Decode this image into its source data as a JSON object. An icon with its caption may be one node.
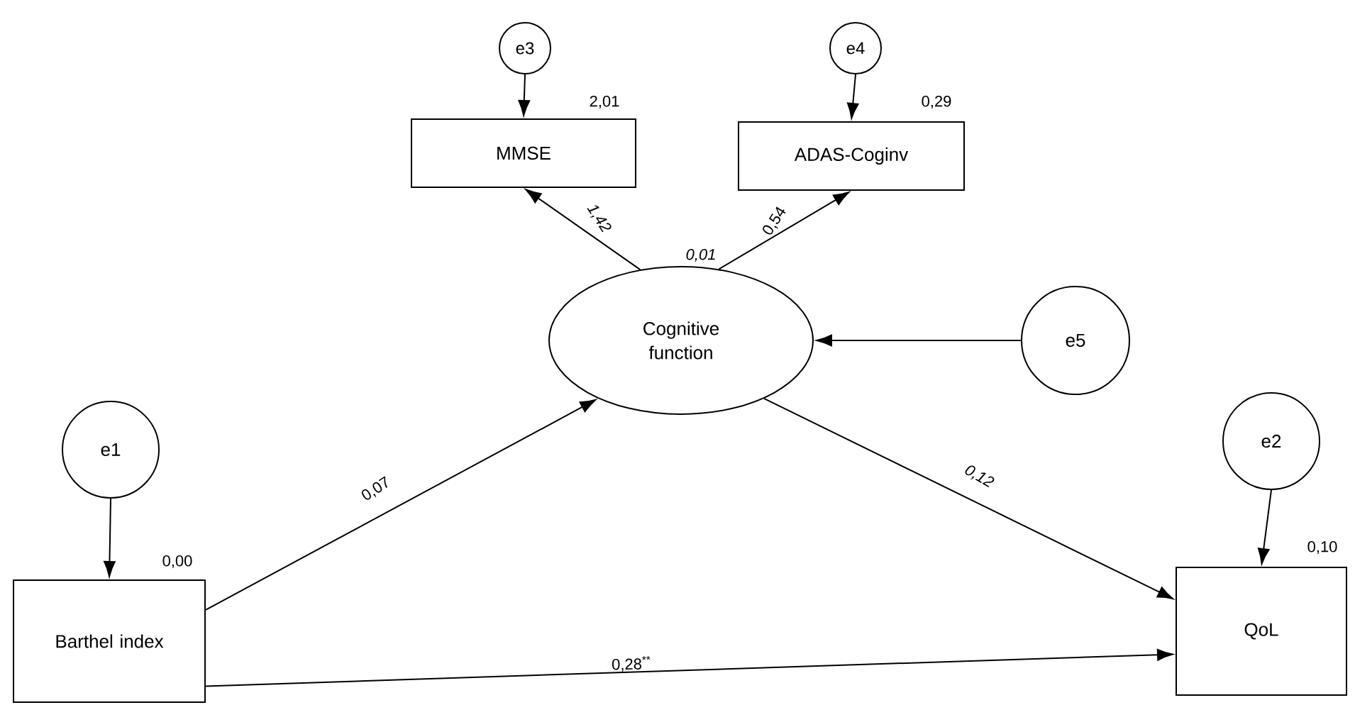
{
  "diagram": {
    "nodes": [
      {
        "text": [
          "e3"
        ]
      },
      {
        "text": [
          "e4"
        ]
      },
      {
        "text": [
          "MMSE"
        ],
        "beside": [
          "2,01"
        ]
      },
      {
        "text": [
          "ADAS-Coginv"
        ],
        "beside": [
          "0,29"
        ]
      },
      {
        "text": [
          "Cognitive function"
        ],
        "beside": [
          "0,01"
        ]
      },
      {
        "text": [
          "e5"
        ]
      },
      {
        "text": [
          "e1"
        ]
      },
      {
        "text": [
          "e2"
        ]
      },
      {
        "text": [
          "Barthel index"
        ],
        "beside": [
          "0,00"
        ]
      },
      {
        "text": [
          "QoL"
        ],
        "beside": [
          "0,10"
        ]
      }
    ],
    "edges": [
      {
        "from": 0,
        "to": 2,
        "arrow": "to"
      },
      {
        "from": 1,
        "to": 3,
        "arrow": "to"
      },
      {
        "from": 4,
        "to": 2,
        "arrow": "to",
        "label": "1,42"
      },
      {
        "from": 4,
        "to": 3,
        "arrow": "to",
        "label": "0,54"
      },
      {
        "from": 5,
        "to": 4,
        "arrow": "to"
      },
      {
        "from": 8,
        "to": 4,
        "arrow": "to",
        "label": "0,07"
      },
      {
        "from": 4,
        "to": 9,
        "arrow": "to",
        "label": "0,12"
      },
      {
        "from": 6,
        "to": 8,
        "arrow": "to"
      },
      {
        "from": 7,
        "to": 9,
        "arrow": "to"
      },
      {
        "from": 8,
        "to": 9,
        "arrow": "to",
        "label": "0,28$^{**}$"
      }
    ]
  }
}
